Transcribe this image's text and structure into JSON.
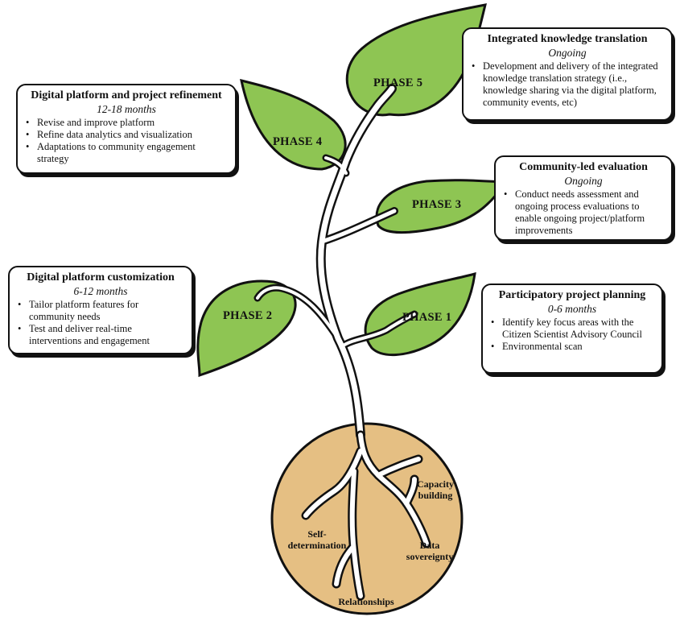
{
  "phases": [
    {
      "label": "PHASE 1"
    },
    {
      "label": "PHASE 2"
    },
    {
      "label": "PHASE 3"
    },
    {
      "label": "PHASE 4"
    },
    {
      "label": "PHASE 5"
    }
  ],
  "boxes": {
    "kt": {
      "title": "Integrated knowledge translation",
      "duration": "Ongoing",
      "bullets": [
        "Development and delivery of the integrated knowledge translation strategy (i.e., knowledge sharing via the digital platform, community events, etc)"
      ]
    },
    "refinement": {
      "title": "Digital platform and project refinement",
      "duration": "12-18 months",
      "bullets": [
        "Revise and improve platform",
        "Refine data analytics and visualization",
        "Adaptations to community engagement strategy"
      ]
    },
    "evaluation": {
      "title": "Community-led evaluation",
      "duration": "Ongoing",
      "bullets": [
        "Conduct needs assessment and ongoing process evaluations to enable ongoing project/platform improvements"
      ]
    },
    "customization": {
      "title": "Digital platform customization",
      "duration": "6-12 months",
      "bullets": [
        "Tailor platform features for community needs",
        "Test and deliver real-time interventions and engagement"
      ]
    },
    "planning": {
      "title": "Participatory project planning",
      "duration": "0-6 months",
      "bullets": [
        "Identify key focus areas with the Citizen Scientist Advisory Council",
        "Environmental scan"
      ]
    }
  },
  "roots": {
    "capacity": "Capacity building",
    "self": "Self-determination",
    "data": "Data sovereignty",
    "relationships": "Relationships"
  },
  "colors": {
    "leaf": "#8ec553",
    "leaf_outline": "#111111",
    "soil": "#e5bf83",
    "box_border": "#111111"
  }
}
